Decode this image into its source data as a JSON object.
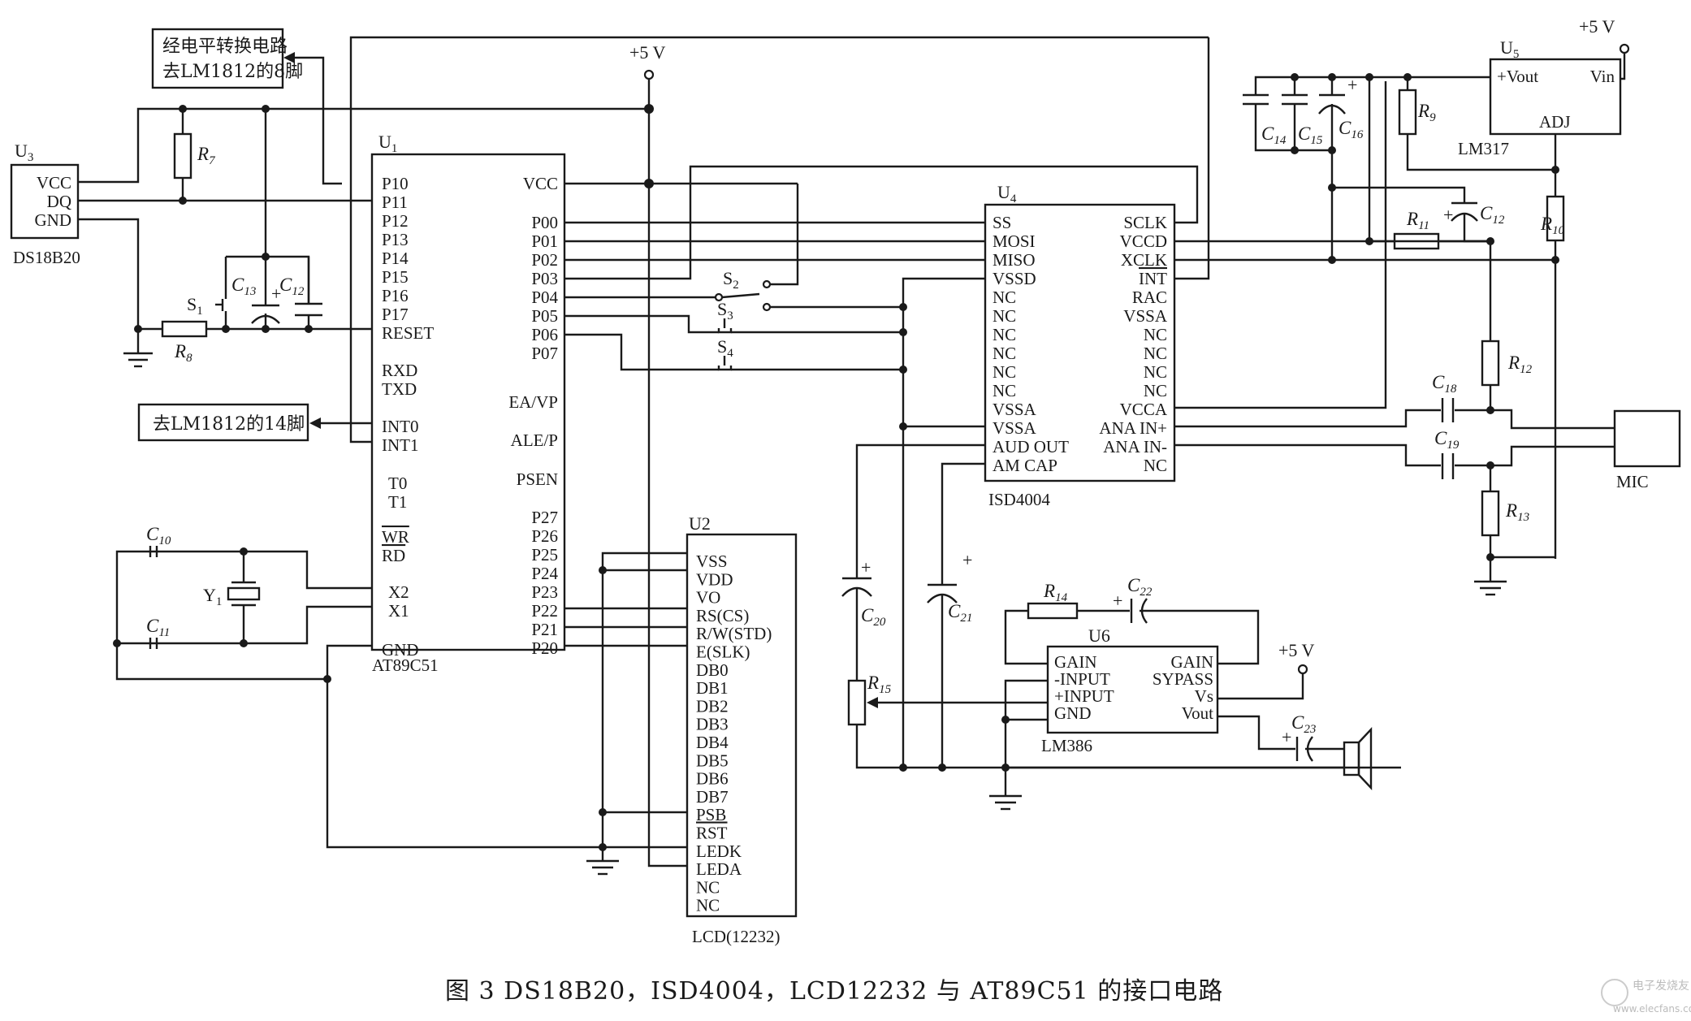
{
  "caption": "图 3   DS18B20，ISD4004，LCD12232 与 AT89C51 的接口电路",
  "watermark": {
    "name": "电子发烧友",
    "url": "www.elecfans.com"
  },
  "notes": {
    "level_shift": [
      "经电平转换电路",
      "去LM1812的8脚"
    ],
    "to_pin14": "去LM1812的14脚"
  },
  "supply_label": "+5 V",
  "u3": {
    "ref": "U",
    "ref_sub": "3",
    "part": "DS18B20",
    "pins": [
      "VCC",
      "DQ",
      "GND"
    ]
  },
  "u1": {
    "ref": "U",
    "ref_sub": "1",
    "part": "AT89C51",
    "left_pins": [
      "P10",
      "P11",
      "P12",
      "P13",
      "P14",
      "P15",
      "P16",
      "P17",
      "RESET",
      "RXD",
      "TXD",
      "INT0",
      "INT1",
      "T0",
      "T1",
      "WR",
      "RD",
      "X2",
      "X1",
      "GND"
    ],
    "right_pins": [
      "VCC",
      "P00",
      "P01",
      "P02",
      "P03",
      "P04",
      "P05",
      "P06",
      "P07",
      "EA/VP",
      "ALE/P",
      "PSEN",
      "P27",
      "P26",
      "P25",
      "P24",
      "P23",
      "P22",
      "P21",
      "P20"
    ]
  },
  "u4": {
    "ref": "U",
    "ref_sub": "4",
    "part": "ISD4004",
    "left_pins": [
      "SS",
      "MOSI",
      "MISO",
      "VSSD",
      "NC",
      "NC",
      "NC",
      "NC",
      "NC",
      "NC",
      "VSSA",
      "VSSA",
      "AUD OUT",
      "AM CAP"
    ],
    "right_pins": [
      "SCLK",
      "VCCD",
      "XCLK",
      "INT",
      "RAC",
      "VSSA",
      "NC",
      "NC",
      "NC",
      "NC",
      "VCCA",
      "ANA IN+",
      "ANA IN-",
      "NC"
    ]
  },
  "u2": {
    "ref": "U2",
    "part": "LCD(12232)",
    "pins": [
      "VSS",
      "VDD",
      "VO",
      "RS(CS)",
      "R/W(STD)",
      "E(SLK)",
      "DB0",
      "DB1",
      "DB2",
      "DB3",
      "DB4",
      "DB5",
      "DB6",
      "DB7",
      "PSB",
      "RST",
      "LEDK",
      "LEDA",
      "NC",
      "NC"
    ]
  },
  "u5": {
    "ref": "U",
    "ref_sub": "5",
    "part": "LM317",
    "pins": [
      "+Vout",
      "Vin",
      "ADJ"
    ]
  },
  "u6": {
    "ref": "U6",
    "part": "LM386",
    "left_pins": [
      "GAIN",
      "-INPUT",
      "+INPUT",
      "GND"
    ],
    "right_pins": [
      "GAIN",
      "SYPASS",
      "Vs",
      "Vout"
    ]
  },
  "mic": "MIC",
  "components": {
    "R7": {
      "l": "R",
      "s": "7"
    },
    "R8": {
      "l": "R",
      "s": "8"
    },
    "R9": {
      "l": "R",
      "s": "9"
    },
    "R10": {
      "l": "R",
      "s": "10"
    },
    "R11": {
      "l": "R",
      "s": "11"
    },
    "R12": {
      "l": "R",
      "s": "12"
    },
    "R13": {
      "l": "R",
      "s": "13"
    },
    "R14": {
      "l": "R",
      "s": "14"
    },
    "R15": {
      "l": "R",
      "s": "15"
    },
    "C10": {
      "l": "C",
      "s": "10"
    },
    "C11": {
      "l": "C",
      "s": "11"
    },
    "C12a": {
      "l": "C",
      "s": "12"
    },
    "C12b": {
      "l": "C",
      "s": "12"
    },
    "C13": {
      "l": "C",
      "s": "13"
    },
    "C14": {
      "l": "C",
      "s": "14"
    },
    "C15": {
      "l": "C",
      "s": "15"
    },
    "C16": {
      "l": "C",
      "s": "16"
    },
    "C18": {
      "l": "C",
      "s": "18"
    },
    "C19": {
      "l": "C",
      "s": "19"
    },
    "C20": {
      "l": "C",
      "s": "20"
    },
    "C21": {
      "l": "C",
      "s": "21"
    },
    "C22": {
      "l": "C",
      "s": "22"
    },
    "C23": {
      "l": "C",
      "s": "23"
    },
    "S1": {
      "l": "S",
      "s": "1"
    },
    "S2": {
      "l": "S",
      "s": "2"
    },
    "S3": {
      "l": "S",
      "s": "3"
    },
    "S4": {
      "l": "S",
      "s": "4"
    },
    "Y1": {
      "l": "Y",
      "s": "1"
    }
  },
  "plus": "+"
}
